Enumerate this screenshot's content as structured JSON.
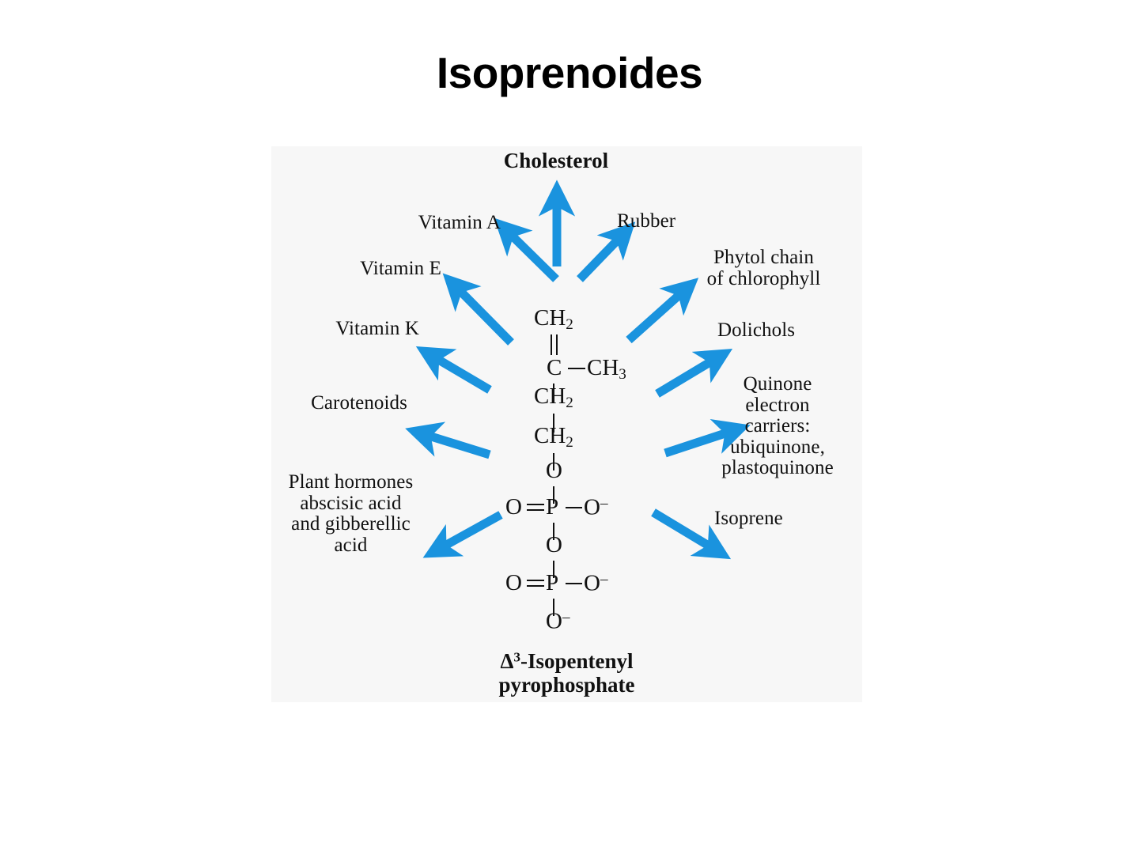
{
  "slide": {
    "title": "Isoprenoides",
    "accent_color": "#1a93de",
    "panel_background": "#f7f7f7",
    "text_color": "#111111"
  },
  "diagram": {
    "center_label": "Cholesterol",
    "caption_line1_prefix": "Δ",
    "caption_line1_sup": "3",
    "caption_line1_suffix": "-Isopentenyl",
    "caption_line2": "pyrophosphate",
    "products": [
      {
        "name": "cholesterol",
        "label": "Cholesterol",
        "side": "top"
      },
      {
        "name": "vitamin-a",
        "label": "Vitamin A",
        "side": "left"
      },
      {
        "name": "vitamin-e",
        "label": "Vitamin E",
        "side": "left"
      },
      {
        "name": "vitamin-k",
        "label": "Vitamin K",
        "side": "left"
      },
      {
        "name": "carotenoids",
        "label": "Carotenoids",
        "side": "left"
      },
      {
        "name": "plant-hormones",
        "label": "Plant hormones\nabscisic acid\nand gibberellic\nacid",
        "side": "left"
      },
      {
        "name": "rubber",
        "label": "Rubber",
        "side": "right"
      },
      {
        "name": "phytol-chain",
        "label": "Phytol chain\nof chlorophyll",
        "side": "right"
      },
      {
        "name": "dolichols",
        "label": "Dolichols",
        "side": "right"
      },
      {
        "name": "quinone-carriers",
        "label": "Quinone\nelectron\ncarriers:\nubiquinone,\nplastoquinone",
        "side": "right"
      },
      {
        "name": "isoprene",
        "label": "Isoprene",
        "side": "right"
      }
    ],
    "molecule": {
      "atoms": [
        {
          "name": "ch2-top",
          "text": "CH₂"
        },
        {
          "name": "c-center",
          "text": "C"
        },
        {
          "name": "ch3-branch",
          "text": "CH₃"
        },
        {
          "name": "ch2-second",
          "text": "CH₂"
        },
        {
          "name": "ch2-third",
          "text": "CH₂"
        },
        {
          "name": "o-ester",
          "text": "O"
        },
        {
          "name": "o-double-1",
          "text": "O"
        },
        {
          "name": "p-1",
          "text": "P"
        },
        {
          "name": "o-minus-1",
          "text": "O⁻"
        },
        {
          "name": "o-bridge",
          "text": "O"
        },
        {
          "name": "o-double-2",
          "text": "O"
        },
        {
          "name": "p-2",
          "text": "P"
        },
        {
          "name": "o-minus-2",
          "text": "O⁻"
        },
        {
          "name": "o-minus-3",
          "text": "O⁻"
        }
      ]
    }
  }
}
